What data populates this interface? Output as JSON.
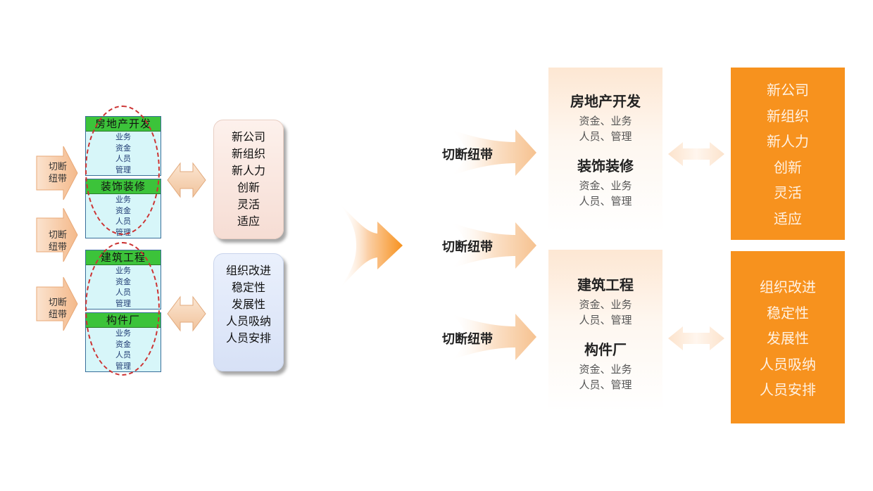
{
  "left_diagram": {
    "cut_labels": [
      [
        "切断",
        "纽带"
      ],
      [
        "切断",
        "纽带"
      ],
      [
        "切断",
        "纽带"
      ]
    ],
    "blocks": [
      {
        "title": "房地产开发",
        "items": [
          "业务",
          "资金",
          "人员",
          "管理"
        ]
      },
      {
        "title": "装饰装修",
        "items": [
          "业务",
          "资金",
          "人员",
          "管理"
        ]
      },
      {
        "title": "建筑工程",
        "items": [
          "业务",
          "资金",
          "人员",
          "管理"
        ]
      },
      {
        "title": "构件厂",
        "items": [
          "业务",
          "资金",
          "人员",
          "管理"
        ]
      }
    ],
    "callouts": [
      [
        "新公司",
        "新组织",
        "新人力",
        "创新",
        "灵活",
        "适应"
      ],
      [
        "组织改进",
        "稳定性",
        "发展性",
        "人员吸纳",
        "人员安排"
      ]
    ]
  },
  "right_diagram": {
    "cut_labels": [
      "切断纽带",
      "切断纽带",
      "切断纽带"
    ],
    "panels": [
      {
        "units": [
          {
            "title": "房地产开发",
            "line1": "资金、业务",
            "line2": "人员、管理"
          },
          {
            "title": "装饰装修",
            "line1": "资金、业务",
            "line2": "人员、管理"
          }
        ]
      },
      {
        "units": [
          {
            "title": "建筑工程",
            "line1": "资金、业务",
            "line2": "人员、管理"
          },
          {
            "title": "构件厂",
            "line1": "资金、业务",
            "line2": "人员、管理"
          }
        ]
      }
    ],
    "results": [
      [
        "新公司",
        "新组织",
        "新人力",
        "创新",
        "灵活",
        "适应"
      ],
      [
        "组织改进",
        "稳定性",
        "发展性",
        "人员吸纳",
        "人员安排"
      ]
    ]
  },
  "colors": {
    "orange": "#f7921e",
    "block_title_green": "#3cc33a",
    "block_body": "#d7f6f9",
    "ellipse_red": "#cc3333"
  }
}
